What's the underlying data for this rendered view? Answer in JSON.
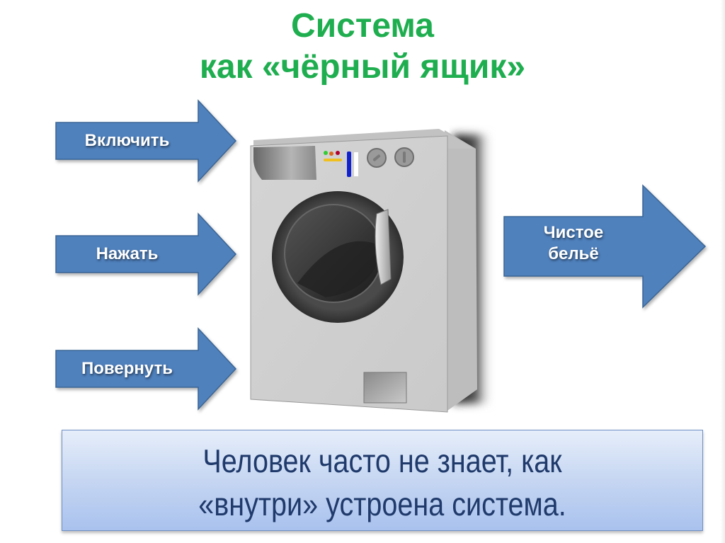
{
  "slide": {
    "title": {
      "line1": "Система",
      "line2": "как «чёрный ящик»",
      "color": "#1fae4f"
    },
    "inputs": [
      {
        "label": "Включить"
      },
      {
        "label": "Нажать"
      },
      {
        "label": "Повернуть"
      }
    ],
    "output": {
      "label_line1": "Чистое",
      "label_line2": "бельё"
    },
    "center_image": "washing-machine",
    "caption": {
      "line1": "Человек часто не знает, как",
      "line2": "«внутри» устроена система.",
      "text_color": "#1f3a6b"
    },
    "arrow_color": "#4f81bd"
  }
}
